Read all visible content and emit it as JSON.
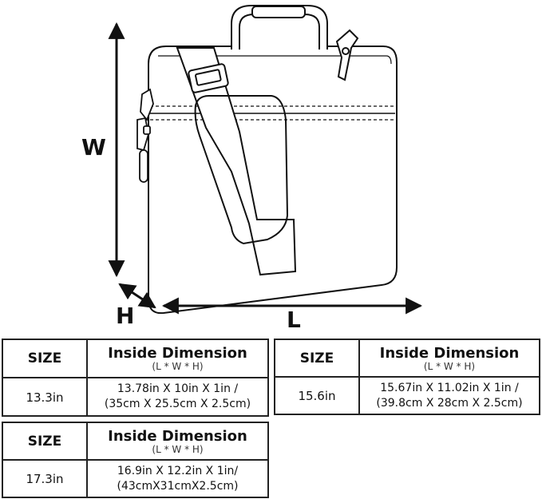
{
  "diagram": {
    "labels": {
      "width": "W",
      "height": "H",
      "length": "L"
    }
  },
  "tables": [
    {
      "size_header": "SIZE",
      "dim_header": "Inside Dimension",
      "dim_subheader": "(L * W * H)",
      "size": "13.3in",
      "dim_line1": "13.78in X 10in X 1in /",
      "dim_line2": "(35cm X 25.5cm X 2.5cm)"
    },
    {
      "size_header": "SIZE",
      "dim_header": "Inside Dimension",
      "dim_subheader": "(L * W * H)",
      "size": "15.6in",
      "dim_line1": "15.67in X 11.02in X 1in /",
      "dim_line2": "(39.8cm X 28cm X 2.5cm)"
    },
    {
      "size_header": "SIZE",
      "dim_header": "Inside Dimension",
      "dim_subheader": "(L * W * H)",
      "size": "17.3in",
      "dim_line1": "16.9in X 12.2in X 1in/",
      "dim_line2": "(43cmX31cmX2.5cm)"
    }
  ]
}
